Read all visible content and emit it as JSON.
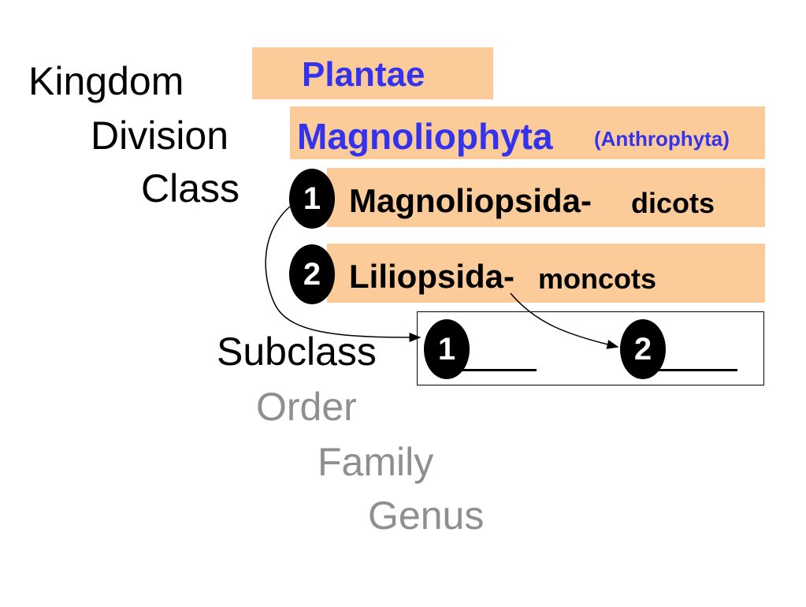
{
  "ranks": {
    "kingdom": "Kingdom",
    "division": "Division",
    "class": "Class",
    "subclass": "Subclass",
    "order": "Order",
    "family": "Family",
    "genus": "Genus"
  },
  "kingdom_box": {
    "name": "Plantae"
  },
  "division_box": {
    "name": "Magnoliophyta",
    "alt": "(Anthrophyta)"
  },
  "class_items": [
    {
      "number": "1",
      "name": "Magnoliopsida-",
      "common": "dicots"
    },
    {
      "number": "2",
      "name": "Liliopsida-",
      "common": "moncots"
    }
  ],
  "subclass_items": [
    {
      "number": "1"
    },
    {
      "number": "2"
    }
  ],
  "colors": {
    "box_fill": "#fccb9a",
    "taxon_blue": "#3333ee",
    "inactive_rank_gray": "#8f8f8f",
    "badge": "#000000"
  }
}
